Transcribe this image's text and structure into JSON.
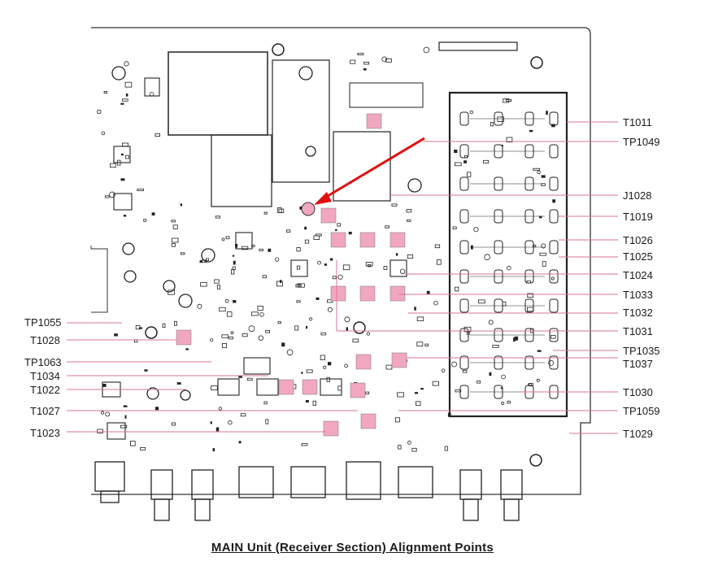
{
  "caption": {
    "text": "MAIN Unit (Receiver Section) Alignment Points"
  },
  "labels_right": [
    {
      "id": "t1011",
      "text": "T1011"
    },
    {
      "id": "tp1049",
      "text": "TP1049"
    },
    {
      "id": "j1028",
      "text": "J1028"
    },
    {
      "id": "t1019",
      "text": "T1019"
    },
    {
      "id": "t1026",
      "text": "T1026"
    },
    {
      "id": "t1025",
      "text": "T1025"
    },
    {
      "id": "t1024",
      "text": "T1024"
    },
    {
      "id": "t1033",
      "text": "T1033"
    },
    {
      "id": "t1032",
      "text": "T1032"
    },
    {
      "id": "t1031",
      "text": "T1031"
    },
    {
      "id": "tp1035",
      "text": "TP1035"
    },
    {
      "id": "t1037",
      "text": "T1037"
    },
    {
      "id": "t1030",
      "text": "T1030"
    },
    {
      "id": "tp1059",
      "text": "TP1059"
    },
    {
      "id": "t1029",
      "text": "T1029"
    }
  ],
  "labels_left": [
    {
      "id": "tp1055",
      "text": "TP1055"
    },
    {
      "id": "t1028",
      "text": "T1028"
    },
    {
      "id": "tp1063",
      "text": "TP1063"
    },
    {
      "id": "t1034",
      "text": "T1034"
    },
    {
      "id": "t1022",
      "text": "T1022"
    },
    {
      "id": "t1027",
      "text": "T1027"
    },
    {
      "id": "t1023",
      "text": "T1023"
    }
  ],
  "colors": {
    "highlight": "#f2a7c0",
    "leader_line": "#d9748f",
    "arrow": "#e01010",
    "board_outline": "#333333"
  }
}
